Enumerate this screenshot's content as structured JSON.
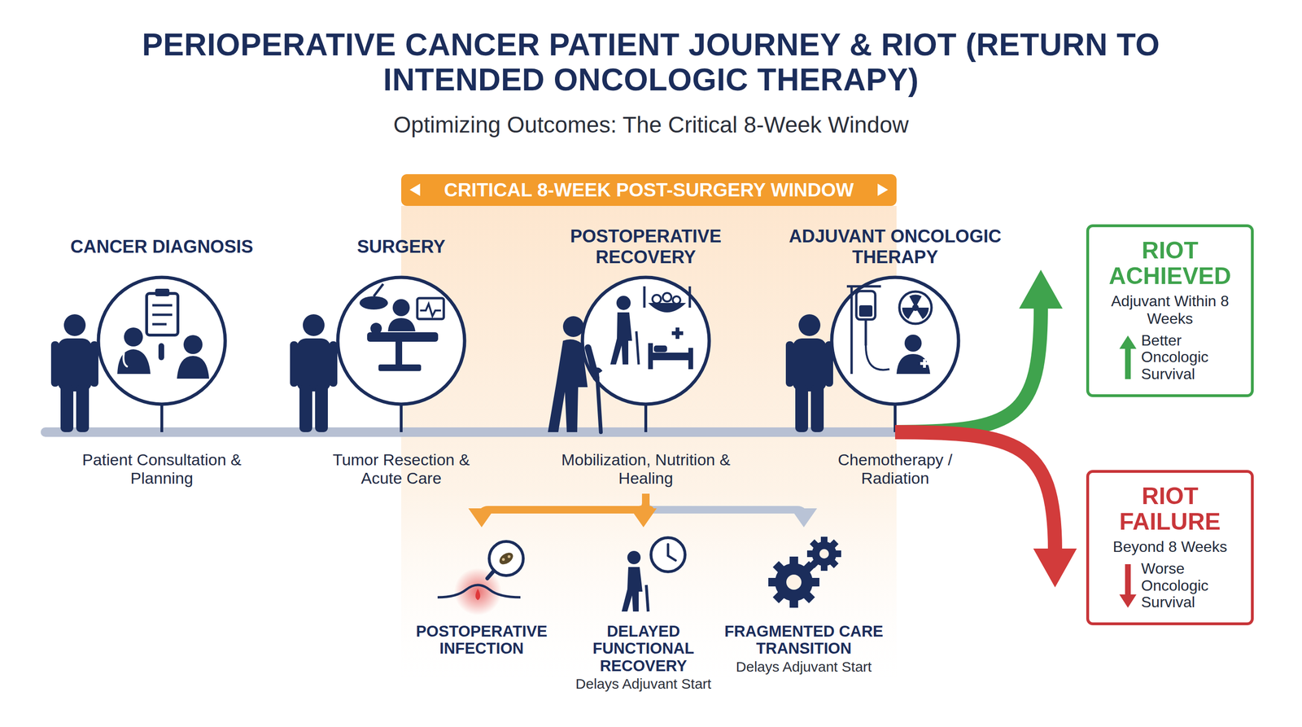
{
  "diagram": {
    "title": "PERIOPERATIVE CANCER PATIENT JOURNEY & RIOT (RETURN TO INTENDED ONCOLOGIC THERAPY)",
    "nodes": [
      {
        "text": [
          "CRITICAL 8-WEEK POST-SURGERY WINDOW"
        ]
      },
      {
        "text": [
          "CANCER DIAGNOSIS",
          "Patient Consultation & Planning"
        ]
      },
      {
        "text": [
          "SURGERY",
          "Tumor Resection & Acute Care"
        ]
      },
      {
        "text": [
          "POSTOPERATIVE RECOVERY",
          "Mobilization, Nutrition & Healing"
        ]
      },
      {
        "text": [
          "ADJUVANT ONCOLOGIC THERAPY",
          "Chemotherapy / Radiation"
        ]
      },
      {
        "text": [
          "RIOT ACHIEVED",
          "Adjuvant Within 8 Weeks",
          "Better Oncologic Survival"
        ]
      },
      {
        "text": [
          "RIOT FAILURE",
          "Beyond 8 Weeks",
          "Worse Oncologic Survival"
        ]
      },
      {
        "text": [
          "POSTOPERATIVE INFECTION"
        ]
      },
      {
        "text": [
          "DELAYED FUNCTIONAL RECOVERY",
          "Delays Adjuvant Start"
        ]
      },
      {
        "text": [
          "FRAGMENTED CARE TRANSITION",
          "Delays Adjuvant Start"
        ]
      }
    ],
    "edges": [
      {
        "from": 4,
        "to": 5,
        "arrow": "to"
      },
      {
        "from": 4,
        "to": 6,
        "arrow": "to"
      },
      {
        "from": 3,
        "to": 7,
        "arrow": "to"
      },
      {
        "from": 3,
        "to": 8,
        "arrow": "to"
      },
      {
        "from": 3,
        "to": 9,
        "arrow": "to"
      }
    ],
    "labels": [
      "Optimizing Outcomes: The Critical 8-Week Window"
    ]
  }
}
